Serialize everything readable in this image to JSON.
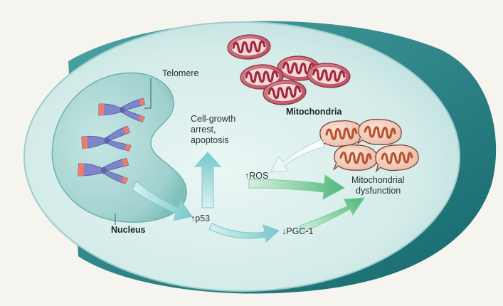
{
  "labels": {
    "telomere": "Telomere",
    "mitochondria": "Mitochondria",
    "cell_growth_line1": "Cell-growth",
    "cell_growth_line2": "arrest,",
    "cell_growth_line3": "apoptosis",
    "ros": "↑ROS",
    "mito_dys_line1": "Mitochondrial",
    "mito_dys_line2": "dysfunction",
    "nucleus": "Nucleus",
    "p53": "↑p53",
    "pgc1": "↓PGC-1"
  },
  "colors": {
    "cell_outer": "#1f7a7d",
    "cell_fill": "#d5ecea",
    "nucleus_fill": "#9fd1ce",
    "chromosome": "#7e85c8",
    "telomere_tip": "#ef7b6b",
    "mito_healthy": "#b53a4a",
    "mito_damaged": "#c46a4d",
    "arrow_teal": "#7fcdd0",
    "arrow_green": "#5cbf86"
  },
  "icons": {
    "chromosome": "chromosome-icon",
    "mitochondrion": "mitochondrion-icon"
  }
}
